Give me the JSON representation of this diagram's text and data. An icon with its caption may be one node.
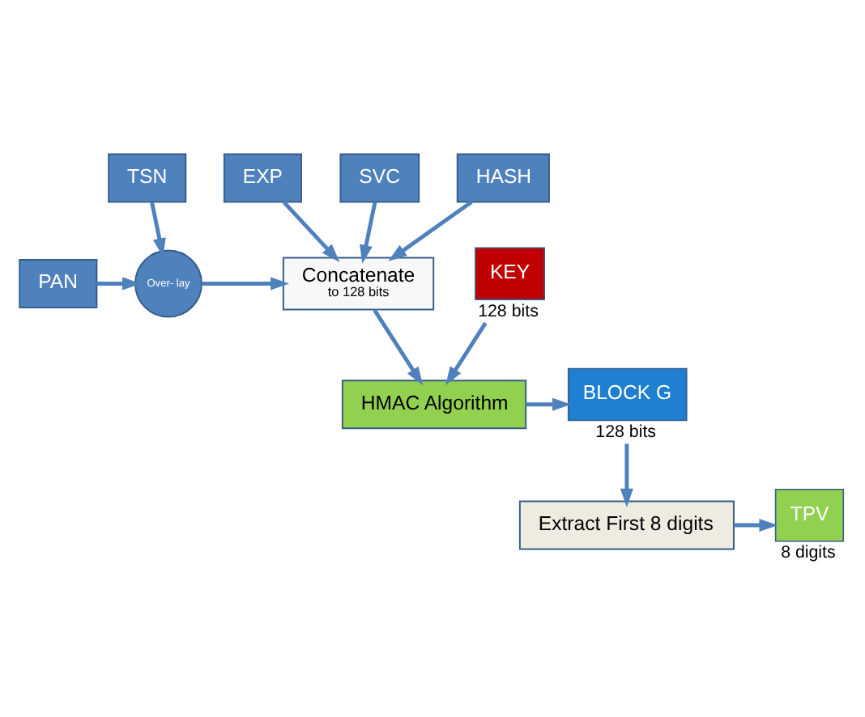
{
  "diagram": {
    "nodes": [
      {
        "text": [
          "PAN"
        ]
      },
      {
        "text": [
          "Over- lay"
        ]
      },
      {
        "text": [
          "Concatenate",
          "to 128 bits"
        ]
      },
      {
        "text": [
          "TSN"
        ]
      },
      {
        "text": [
          "EXP"
        ]
      },
      {
        "text": [
          "SVC"
        ]
      },
      {
        "text": [
          "HASH"
        ]
      },
      {
        "text": [
          "HMAC Algorithm"
        ]
      },
      {
        "text": [
          "BLOCK G"
        ],
        "beside": [
          "128 bits"
        ]
      },
      {
        "text": [
          "KEY"
        ],
        "beside": [
          "128 bits"
        ]
      },
      {
        "text": [
          "Extract First 8 digits"
        ]
      },
      {
        "text": [
          "TPV"
        ],
        "beside": [
          "8 digits"
        ]
      }
    ],
    "edges": [
      {
        "from": 0,
        "to": 1,
        "arrow": "to"
      },
      {
        "from": 3,
        "to": 1,
        "arrow": "to"
      },
      {
        "from": 1,
        "to": 2,
        "arrow": "to"
      },
      {
        "from": 4,
        "to": 2,
        "arrow": "to"
      },
      {
        "from": 5,
        "to": 2,
        "arrow": "to"
      },
      {
        "from": 6,
        "to": 2,
        "arrow": "to"
      },
      {
        "from": 2,
        "to": 7,
        "arrow": "to"
      },
      {
        "from": 7,
        "to": 8,
        "arrow": "to"
      },
      {
        "from": 9,
        "to": 7,
        "arrow": "to"
      },
      {
        "from": 8,
        "to": 10,
        "arrow": "to"
      },
      {
        "from": 10,
        "to": 11,
        "arrow": "to"
      }
    ]
  }
}
